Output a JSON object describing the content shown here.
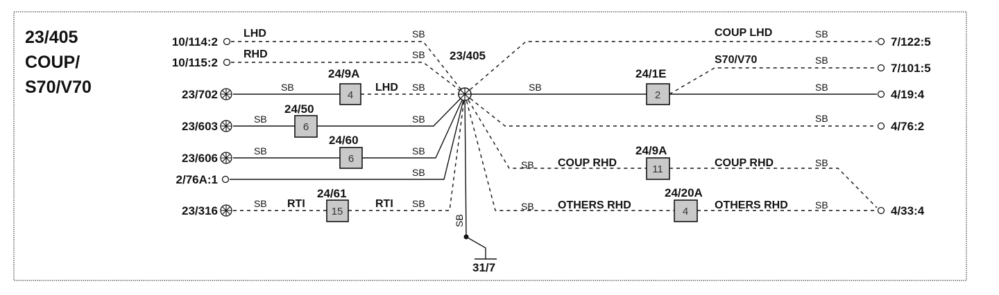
{
  "title": {
    "line1": "23/405",
    "line2": "COUP/",
    "line3": "S70/V70"
  },
  "hub": {
    "label": "23/405"
  },
  "ground": {
    "label": "31/7",
    "wire": "SB"
  },
  "left_connectors": [
    {
      "id": "10/114:2",
      "wire": "SB",
      "note": "LHD"
    },
    {
      "id": "10/115:2",
      "wire": "SB",
      "note": "RHD"
    },
    {
      "id": "23/702",
      "wire": "SB"
    },
    {
      "id": "23/603",
      "wire": "SB"
    },
    {
      "id": "23/606",
      "wire": "SB"
    },
    {
      "id": "2/76A:1",
      "wire": "SB"
    },
    {
      "id": "23/316",
      "wire": "SB"
    }
  ],
  "right_connectors": [
    {
      "id": "7/122:5",
      "wire": "SB",
      "note": "COUP LHD"
    },
    {
      "id": "7/101:5",
      "wire": "SB",
      "note": "S70/V70"
    },
    {
      "id": "4/19:4",
      "wire": "SB"
    },
    {
      "id": "4/76:2",
      "wire": "SB"
    },
    {
      "id": "4/33:4",
      "wire": "SB"
    }
  ],
  "fuses": [
    {
      "label": "24/9A",
      "number": "4",
      "wire_in": "SB",
      "wire_out": "SB",
      "note_out": "LHD"
    },
    {
      "label": "24/50",
      "number": "6",
      "wire_in": "SB",
      "wire_out": "SB"
    },
    {
      "label": "24/60",
      "number": "6",
      "wire_in": "SB",
      "wire_out": "SB"
    },
    {
      "label": "24/61",
      "number": "15",
      "wire_in": "SB",
      "wire_out": "SB",
      "note_in": "RTI",
      "note_out": "RTI"
    },
    {
      "label": "24/1E",
      "number": "2",
      "wire_in": "SB",
      "wire_out": "SB"
    },
    {
      "label": "24/9A",
      "number": "11",
      "wire_in": "SB",
      "wire_out": "SB",
      "note_in": "COUP RHD",
      "note_out": "COUP RHD"
    },
    {
      "label": "24/20A",
      "number": "4",
      "wire_in": "SB",
      "wire_out": "SB",
      "note_in": "OTHERS RHD",
      "note_out": "OTHERS RHD"
    }
  ]
}
